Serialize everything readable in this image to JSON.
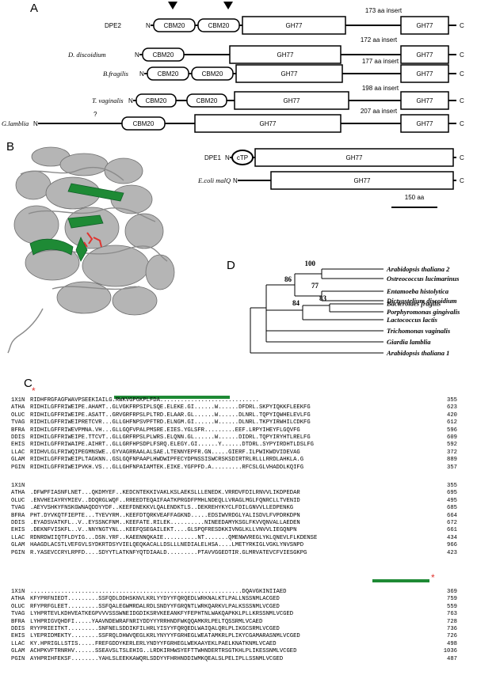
{
  "panel_labels": {
    "a": "A",
    "b": "B",
    "c": "C",
    "d": "D"
  },
  "domains": {
    "rows": [
      {
        "name": "DPE2",
        "insert": "173 aa insert"
      },
      {
        "name": "D. discoidium",
        "insert": "172 aa insert"
      },
      {
        "name": "B.fragilis",
        "insert": "177 aa insert"
      },
      {
        "name": "T. vaginalis",
        "insert": "198 aa insert"
      },
      {
        "name": "G.lamblia",
        "insert": "207 aa insert"
      },
      {
        "name": "DPE1",
        "insert": ""
      },
      {
        "name": "E.coli malQ",
        "insert": ""
      }
    ],
    "labels": {
      "cbm": "CBM20",
      "gh": "GH77",
      "ctp": "cTP",
      "n": "N",
      "c": "C",
      "question": "?"
    },
    "scale": "150 aa"
  },
  "tree": {
    "taxa": [
      "Arabidopsis thaliana 2",
      "Ostreococcus lucimarinus",
      "Entamoeba histolytica",
      "Dictyostelium discoidium",
      "Bacteroides fragilis",
      "Porphyromonas gingivalis",
      "Lactococcus lactis",
      "Trichomonas vaginalis",
      "Giardia lamblia",
      "Arabidopsis thaliana 1"
    ],
    "bootstrap": [
      "100",
      "86",
      "77",
      "83",
      "84"
    ]
  },
  "alignment": {
    "blocks": [
      {
        "rows": [
          {
            "name": "1X1N",
            "seq": "RIDHFRGFAGFWAVPSEEKIAILG.RWKVGPGKPLFDA.............................",
            "num": "355"
          },
          {
            "name": "ATHA",
            "seq": "RIDHILGFFRIWEIPE.AHAMT..GLVGKFRPSIPLSQE.ELEKE.GI......W......DFDRL.SKPYIQKKFLEEKFG",
            "num": "623"
          },
          {
            "name": "OLUC",
            "seq": "RIDHILGFFRIWEIPE.ASATT..GRVGRFRPSLPLTRD.ELAAR.GL......W......DLNRL.TQPYIQWHELEVLFG",
            "num": "420"
          },
          {
            "name": "TVAG",
            "seq": "RIDHILGFFRIWEIPRETCVR...GLLGHFNPSVPFTRD.ELNGM.GI......W......DLNRL.TKPYIRWHILCDKFG",
            "num": "612"
          },
          {
            "name": "BFRA",
            "seq": "RIDHILGFFRIWEVPMNA.VH...GLLGQFVPALPMSRE.EIES.YGLSFR.........EEF.LRPYIHEYFLGQVFG",
            "num": "596"
          },
          {
            "name": "DDIS",
            "seq": "RIDHILGFFRIWEIPE.TTCVT..GLLGRFRPSLPLWRS.ELQNN.GL......W......DIDRL.TQPYIRYHTLRELFG",
            "num": "609"
          },
          {
            "name": "EHIS",
            "seq": "RIDHILGFFRIWAIPE.AIHRT..GLLGRFHPSDPLFSRQ.ELEGY.GI......Y......DTDRL.SYPYIRDHTLDSLFG",
            "num": "592"
          },
          {
            "name": "LLAC",
            "seq": "RIDHVLGLFRIWQIPEGMNSWE..GYVAGRRAALALSAE.LTENNYEPFR.GN.....GIERF.ILPWIKWDVIDEVAG",
            "num": "372"
          },
          {
            "name": "GLAM",
            "seq": "RIDHILGFFRIWEIPLTAGKNN..GSLGQFNPAAPLHWDWIPFECYDPNSSISWCRSKSDIRTRLRLLLRRDLAHKLA.G",
            "num": "889"
          },
          {
            "name": "PGIN",
            "seq": "RIDHILGFFRIWEIPVKH.VS...GLLGHFNPAIAMTEK.EIKE.YGFPFD.A.........RFCSLGLVHADDLKQIFG",
            "num": "357"
          }
        ]
      },
      {
        "rows": [
          {
            "name": "1X1N",
            "seq": "",
            "num": "355"
          },
          {
            "name": "ATHA",
            "seq": ".DFWPFIASNFLNET...QKDMYEF..KEDCNTEKKIVAKLKSLAEKSLLLENEDK.VRRDVFDILRNVVLIKDPEDAR",
            "num": "695"
          },
          {
            "name": "OLUC",
            "seq": ".ENVHEIAYRYMIEV..DDQRGLWQF..RREEDTEQAIFAATKPRGDFPMHLNDEQLLVRAGLMGLFQNRCLLTVENID",
            "num": "495"
          },
          {
            "name": "TVAG",
            "seq": ".AEYVSHKYFNSKGWNAQDDYYDF..KEEFDNEKKVLQALENDKTLS..DEKREHYKYCLFDILGNVVLLEDPENKG",
            "num": "685"
          },
          {
            "name": "BFRA",
            "seq": "PHT.DYVKQTFIEPTE...TYEVYRM..KEEFDTQRKVEAFFAGKND.....EDSIWVRDGLYALISDVLFVPDRKDPN",
            "num": "664"
          },
          {
            "name": "DDIS",
            "seq": ".EYADSVATKFL..V..EYSSNCFNM..KEEFATE.RILEK..........NINEEDAMYKSGLFKVVQNVALLAEDEN",
            "num": "672"
          },
          {
            "name": "EHIS",
            "seq": ".DEKNFVISKFL..V..NNYNGTYNL..KEEFQSEGAILEKT....GLSPQFRESDKKIVNGLKLLVNVVLIEGQNPN",
            "num": "661"
          },
          {
            "name": "LLAC",
            "seq": "RDNRDWIIQTFLDYIG...DSN.YRF..KAEENNQKAIE..........NT.......QMENWVREGLYKLQNEVLFLKDENSE",
            "num": "434"
          },
          {
            "name": "GLAM",
            "seq": "HAAGDLACSTLVEFGVLSYDKRTDSYVIELQEQKACALLDSLLLNEDIALELHSA....LMETYRKIGLVGKLYNVSNPD",
            "num": "966"
          },
          {
            "name": "PGIN",
            "seq": "R.YASEVCCRYLRPFD....SDYYTLATKNFYQTDIAALD.........PTAVVGGEDTIR.GLMRVATEVCFVIESGKPG",
            "num": "423"
          }
        ]
      },
      {
        "rows": [
          {
            "name": "1X1N",
            "seq": "..............................................................DQAVGKINIIAED",
            "num": "369"
          },
          {
            "name": "ATHA",
            "seq": "KFYPRFNIEDT.........SSFQDLDDHSKNVLKRLYYDYYFQRQEDLWRKNALKTLPALLNSSNMLACGED",
            "num": "759"
          },
          {
            "name": "OLUC",
            "seq": "RFYPRFGLEET.........SSFQALEGWMRDALRDLSNDYYFGRQNTLWRKQARKVLPALKSSSNMLVCGED",
            "num": "559"
          },
          {
            "name": "TVAG",
            "seq": "LYHPRTEVLKDHVEATKEGPVVVSSSWNEIDGDIKSRVKEEANKFYFEPHTNLWAKQAPKKLPLLKRSSNMLVCGED",
            "num": "763"
          },
          {
            "name": "BFRA",
            "seq": "LYHPRIGVQHDFI.....YAAVNDEWRAFNRIYDDYYYRRHNDFWKQQAMKRLPELTQSSRMLVCAED",
            "num": "728"
          },
          {
            "name": "DDIS",
            "seq": "RYYPRIEITKT.........SNFNELSDDIKFILHRLYISYYFQRQEDLWAIQALQRLPLIKGCSRMLVCGED",
            "num": "736"
          },
          {
            "name": "EHIS",
            "seq": "LYEPRIDMEKTY........SSFRQLDHWVQEGLKRLYNYYYFGRHEGLWEATAMKRLPLIKYCGAMARASNMLVCGED",
            "num": "726"
          },
          {
            "name": "LLAC",
            "seq": "KY.HPRIGLLSTIS.....FREFGDDYKERLERLYNDYYFGRHEGLWEKAAYEKLPAELKNATKNMLVCAED",
            "num": "498"
          },
          {
            "name": "GLAM",
            "seq": "ACHPKVFTRNRHV......SSEAVSLTSLEHIG..LRDKIRHWSYEFTTWHNDERTRSGTKHLPLIKESSNMLVCGED",
            "num": "1036"
          },
          {
            "name": "PGIN",
            "seq": "AYHPRIHFEKSF........YAHLSLEEKKAWQRLSDDYYFHRHNDDIWMKQEALSLPELIPLLSSNMLVCGED",
            "num": "487"
          }
        ]
      }
    ]
  },
  "colors": {
    "accent_green": "#1e8a35",
    "accent_red": "#e0342f",
    "protein_gray": "#b9b9b9"
  }
}
